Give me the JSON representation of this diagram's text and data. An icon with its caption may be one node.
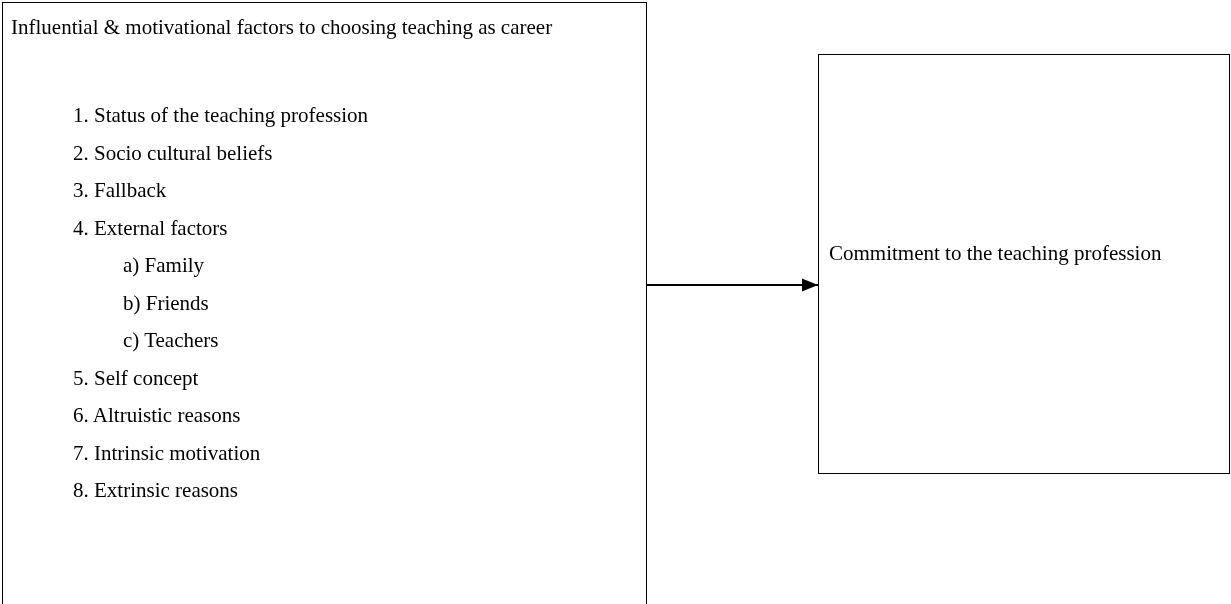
{
  "diagram": {
    "nodes": [
      {
        "text": [
          "Influential & motivational factors to choosing teaching as career",
          "1. Status of the teaching profession",
          "2. Socio cultural beliefs",
          "3. Fallback",
          "4. External factors",
          "a) Family",
          "b) Friends",
          "c) Teachers",
          "5. Self concept",
          "6. Altruistic reasons",
          "7. Intrinsic motivation",
          "8. Extrinsic reasons"
        ]
      },
      {
        "text": [
          "Commitment to the teaching profession"
        ]
      }
    ],
    "edges": [
      {
        "from": 0,
        "to": 1,
        "arrow": "to"
      }
    ]
  }
}
